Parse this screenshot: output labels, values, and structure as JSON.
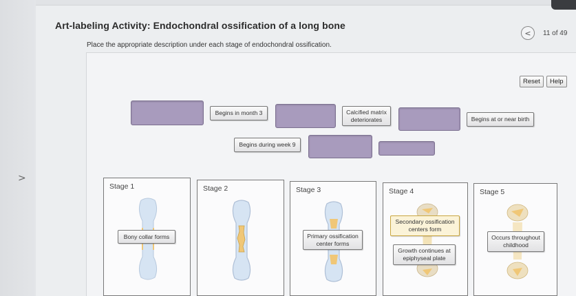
{
  "header": {
    "title": "Art-labeling Activity: Endochondral ossification of a long bone",
    "instructions": "Place the appropriate description under each stage of endochondral ossification.",
    "progress": "11 of 49",
    "nav_prev_glyph": "<"
  },
  "rail": {
    "chevron": ">"
  },
  "toolbar": {
    "reset_label": "Reset",
    "help_label": "Help"
  },
  "bank": {
    "chips": [
      "Begins in month 3",
      "Calcified matrix deteriorates",
      "Begins at or near birth",
      "Begins during week 9"
    ]
  },
  "stages": [
    {
      "label": "Stage 1",
      "placed": [
        "Bony collar forms"
      ]
    },
    {
      "label": "Stage 2",
      "placed": []
    },
    {
      "label": "Stage 3",
      "placed": [
        "Primary ossification center forms"
      ]
    },
    {
      "label": "Stage 4",
      "placed": [
        "Secondary ossification centers form",
        "Growth continues at epiphyseal plate"
      ]
    },
    {
      "label": "Stage 5",
      "placed": [
        "Occurs throughout childhood"
      ]
    }
  ],
  "colors": {
    "slot_fill": "#a89bbd",
    "bone_cartilage": "#d6e4f3",
    "bone_ossified": "#f0c777",
    "highlight_chip": "#fbf3d8"
  }
}
